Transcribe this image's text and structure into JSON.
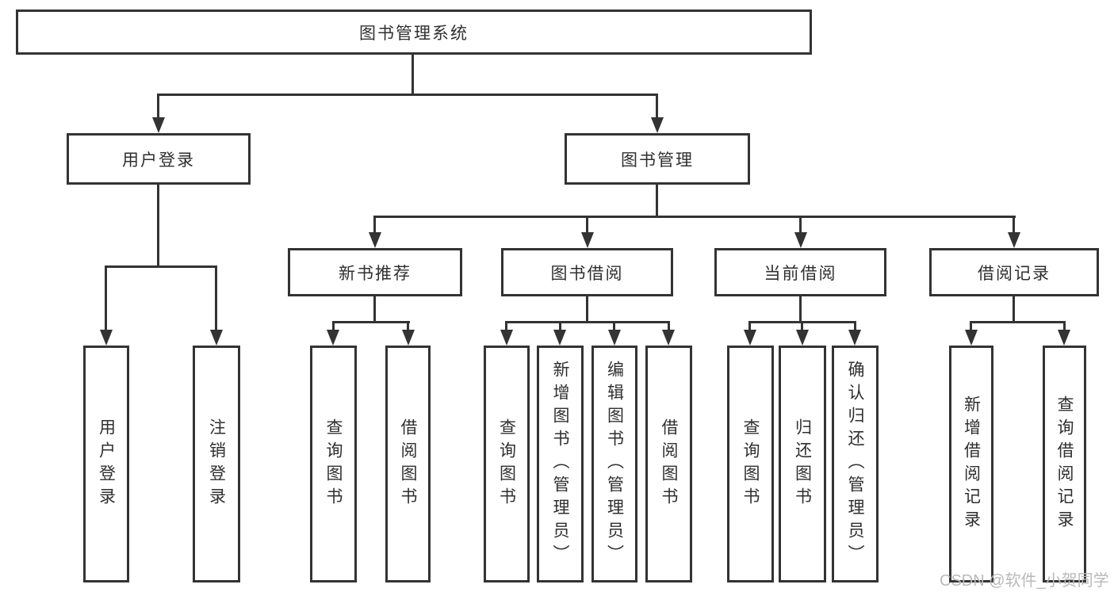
{
  "diagram": {
    "type": "hierarchy-tree",
    "colors": {
      "line": "#333333",
      "box_border": "#333333",
      "text": "#2f2f2f",
      "watermark": "#b9b9b9",
      "background": "#ffffff"
    },
    "root": {
      "label": "图书管理系统",
      "children": [
        {
          "label": "用户登录",
          "children": [
            {
              "label": "用户登录"
            },
            {
              "label": "注销登录"
            }
          ]
        },
        {
          "label": "图书管理",
          "children": [
            {
              "label": "新书推荐",
              "children": [
                {
                  "label": "查询图书"
                },
                {
                  "label": "借阅图书"
                }
              ]
            },
            {
              "label": "图书借阅",
              "children": [
                {
                  "label": "查询图书"
                },
                {
                  "label": "新增图书（管理员）"
                },
                {
                  "label": "编辑图书（管理员）"
                },
                {
                  "label": "借阅图书"
                }
              ]
            },
            {
              "label": "当前借阅",
              "children": [
                {
                  "label": "查询图书"
                },
                {
                  "label": "归还图书"
                },
                {
                  "label": "确认归还（管理员）"
                }
              ]
            },
            {
              "label": "借阅记录",
              "children": [
                {
                  "label": "新增借阅记录"
                },
                {
                  "label": "查询借阅记录"
                }
              ]
            }
          ]
        }
      ]
    },
    "watermark": "CSDN @软件_小贺同学"
  }
}
